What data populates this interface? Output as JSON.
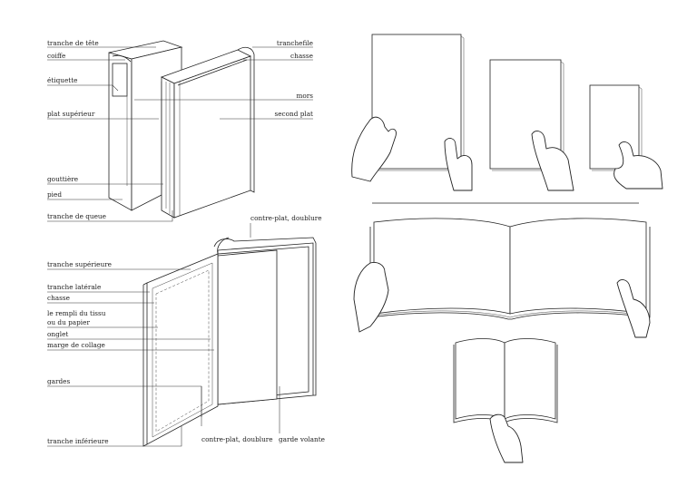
{
  "labels": {
    "closed_book_left": [
      "tranche de tête",
      "coiffe",
      "étiquette",
      "plat supérieur",
      "gouttière",
      "pied",
      "tranche de queue"
    ],
    "closed_book_right": [
      "tranchefile",
      "chasse",
      "mors",
      "second plat"
    ],
    "open_book_top": "contre-plat, doublure",
    "open_book_left": [
      "tranche supérieure",
      "tranche latérale",
      "chasse",
      "le rempli du tissu",
      "ou du papier",
      "onglet",
      "marge de collage",
      "gardes",
      "tranche inférieure"
    ],
    "open_book_bottom": [
      "contre-plat, doublure",
      "garde volante"
    ]
  }
}
